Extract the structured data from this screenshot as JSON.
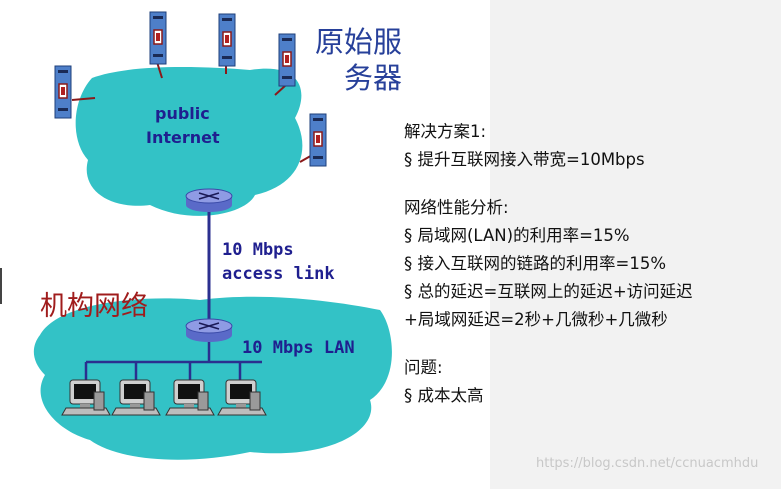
{
  "diagram": {
    "public_internet_label": [
      "public",
      "Internet"
    ],
    "origin_servers_label": [
      "原始服",
      "务器"
    ],
    "institution_network_label": "机构网络",
    "access_link_label": [
      "10 Mbps",
      "access link"
    ],
    "lan_label": "10 Mbps LAN",
    "colors": {
      "cloud": "#33c2c6",
      "router": "#6f7fd6",
      "link": "#2b2f8f",
      "server": "#4e7fc9"
    },
    "icons": [
      "server-icon",
      "router-icon",
      "workstation-icon"
    ]
  },
  "notes": {
    "solution_title": "解决方案1:",
    "solution_item": "§ 提升互联网接入带宽=10Mbps",
    "analysis_title": "网络性能分析:",
    "analysis_items": [
      "§ 局域网(LAN)的利用率=15%",
      "§ 接入互联网的链路的利用率=15%",
      "§ 总的延迟=互联网上的延迟+访问延迟",
      "+局域网延迟=2秒+几微秒+几微秒"
    ],
    "problem_title": "问题:",
    "problem_item": "§ 成本太高"
  },
  "watermark": "https://blog.csdn.net/ccnuacmhdu"
}
